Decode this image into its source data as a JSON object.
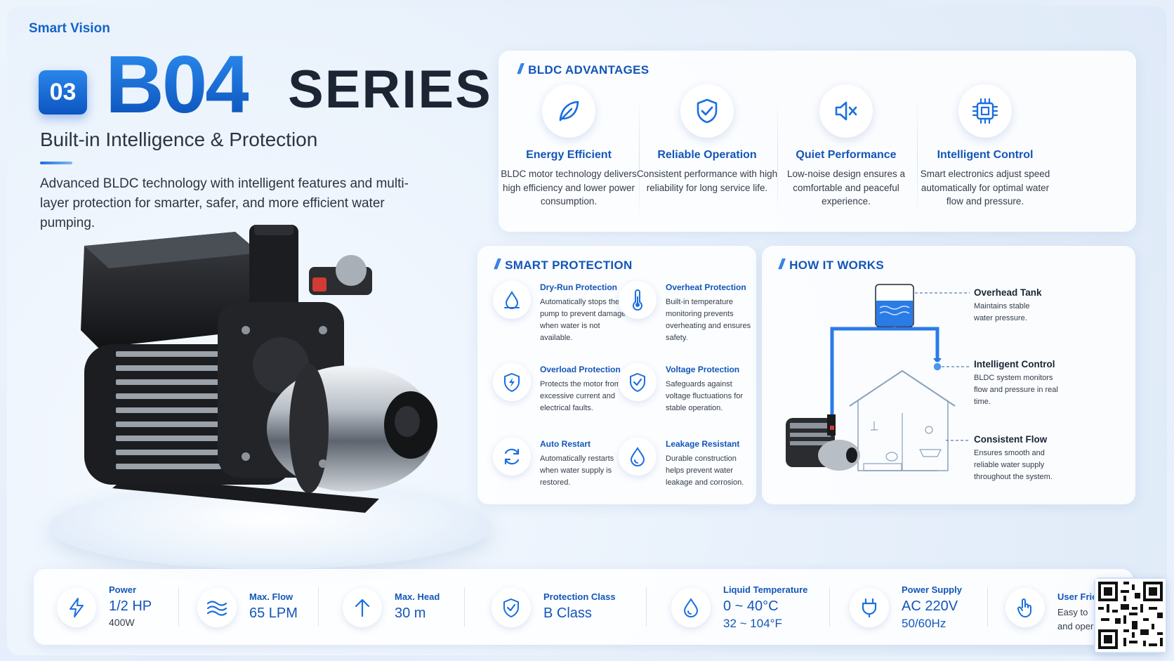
{
  "brand": "Smart Vision",
  "hero": {
    "number": "03",
    "model": "B04",
    "series": "SERIES",
    "subtitle": "Built-in Intelligence & Protection",
    "description": "Advanced BLDC technology with intelligent features and multi-layer protection for smarter, safer, and more efficient water pumping."
  },
  "advantages": {
    "title": "BLDC ADVANTAGES",
    "items": [
      {
        "icon": "leaf-icon",
        "title": "Energy Efficient",
        "desc": "BLDC motor technology delivers high efficiency and lower power consumption."
      },
      {
        "icon": "shield-check-icon",
        "title": "Reliable Operation",
        "desc": "Consistent performance with high reliability for long service life."
      },
      {
        "icon": "speaker-mute-icon",
        "title": "Quiet Performance",
        "desc": "Low-noise design ensures a comfortable and peaceful experience."
      },
      {
        "icon": "chip-icon",
        "title": "Intelligent Control",
        "desc": "Smart electronics adjust speed automatically for optimal water flow and pressure."
      }
    ]
  },
  "protection": {
    "title": "SMART PROTECTION",
    "items": [
      {
        "icon": "water-drop-icon",
        "title": "Dry-Run Protection",
        "desc": "Automatically stops the pump to prevent damage when water is not available."
      },
      {
        "icon": "thermometer-icon",
        "title": "Overheat Protection",
        "desc": "Built-in temperature monitoring prevents overheating and ensures safety."
      },
      {
        "icon": "shield-bolt-icon",
        "title": "Overload Protection",
        "desc": "Protects the motor from excessive current and electrical faults."
      },
      {
        "icon": "shield-check-icon",
        "title": "Voltage Protection",
        "desc": "Safeguards against voltage fluctuations for stable operation."
      },
      {
        "icon": "refresh-icon",
        "title": "Auto Restart",
        "desc": "Automatically restarts when water supply is restored."
      },
      {
        "icon": "drop-icon",
        "title": "Leakage Resistant",
        "desc": "Durable construction helps prevent water leakage and corrosion."
      }
    ]
  },
  "how": {
    "title": "HOW IT WORKS",
    "items": [
      {
        "label": "Overhead Tank",
        "desc": "Maintains stable water pressure."
      },
      {
        "label": "Intelligent Control",
        "desc": "BLDC system monitors flow and pressure in real time."
      },
      {
        "label": "Consistent Flow",
        "desc": "Ensures smooth and reliable water supply throughout the system."
      }
    ]
  },
  "specs": [
    {
      "icon": "bolt-icon",
      "label": "Power",
      "value": "1/2 HP",
      "sub": "400W"
    },
    {
      "icon": "flow-icon",
      "label": "Max. Flow",
      "value": "65 LPM",
      "sub": ""
    },
    {
      "icon": "arrow-up-icon",
      "label": "Max. Head",
      "value": "30 m",
      "sub": ""
    },
    {
      "icon": "shield-icon",
      "label": "Protection Class",
      "value": "B Class",
      "sub": ""
    },
    {
      "icon": "drop-icon",
      "label": "Liquid Temperature",
      "value": "0 ~ 40°C",
      "sub": "32 ~ 104°F"
    },
    {
      "icon": "plug-icon",
      "label": "Power Supply",
      "value": "AC 220V",
      "sub": "50/60Hz"
    },
    {
      "icon": "hand-icon",
      "label": "User Frie",
      "value": "Easy to",
      "sub": "and oper"
    }
  ],
  "colors": {
    "accent": "#1356b8",
    "brand": "#1464c8",
    "water": "#2a7be6"
  }
}
